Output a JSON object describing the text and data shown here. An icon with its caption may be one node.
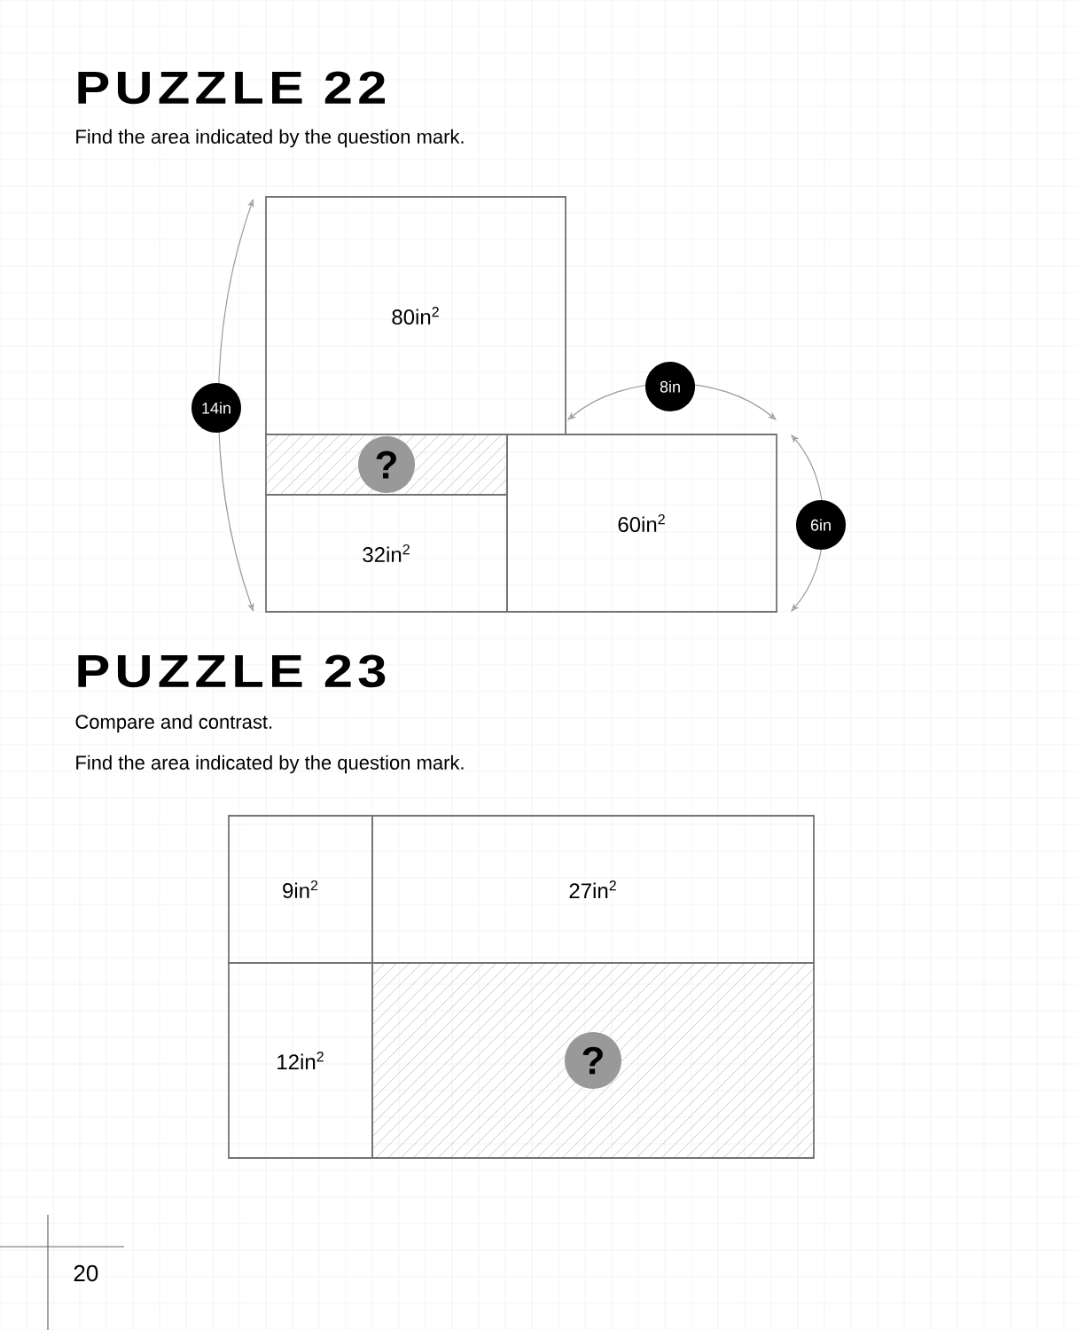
{
  "diagram": {
    "nodes": [
      {
        "text": [
          "80in$^{2}$"
        ]
      },
      {
        "text": [
          "?"
        ]
      },
      {
        "text": [
          "32in$^{2}$"
        ]
      },
      {
        "text": [
          "60in$^{2}$"
        ]
      },
      {
        "text": [
          "9in$^{2}$"
        ]
      },
      {
        "text": [
          "27in$^{2}$"
        ]
      },
      {
        "text": [
          "12in$^{2}$"
        ]
      },
      {
        "text": [
          "?"
        ]
      }
    ],
    "labels": [
      "PUZZLE 22",
      "Find the area indicated by the question mark.",
      "14in",
      "8in",
      "6in",
      "PUZZLE 23",
      "Compare and contrast.",
      "Find the area indicated by the question mark.",
      "20"
    ]
  }
}
